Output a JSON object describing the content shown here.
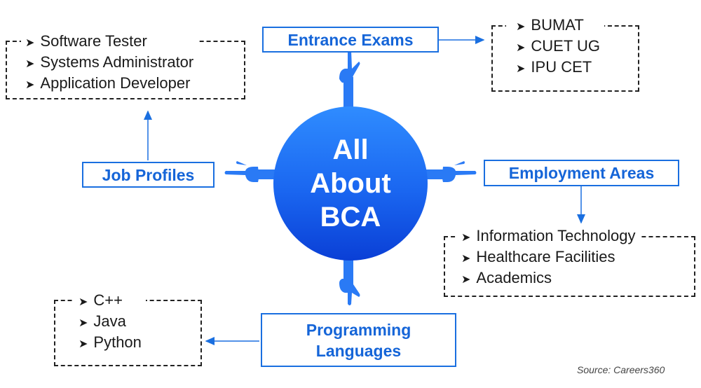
{
  "center": {
    "lines": [
      "All",
      "About",
      "BCA"
    ]
  },
  "nodes": {
    "entrance_exams": {
      "label": "Entrance Exams",
      "items": [
        "BUMAT",
        "CUET UG",
        "IPU CET"
      ]
    },
    "job_profiles": {
      "label": "Job Profiles",
      "items": [
        "Software Tester",
        "Systems Administrator",
        "Application Developer"
      ]
    },
    "employment_areas": {
      "label": "Employment Areas",
      "items": [
        "Information Technology",
        "Healthcare Facilities",
        "Academics"
      ]
    },
    "programming_languages": {
      "label_lines": [
        "Programming",
        "Languages"
      ],
      "items": [
        "C++",
        "Java",
        "Python"
      ]
    }
  },
  "bullet": "➤",
  "source": "Source: Careers360",
  "colors": {
    "accent": "#1a6fe0",
    "circle_top": "#2f8cff",
    "circle_bottom": "#0a3fd6"
  }
}
